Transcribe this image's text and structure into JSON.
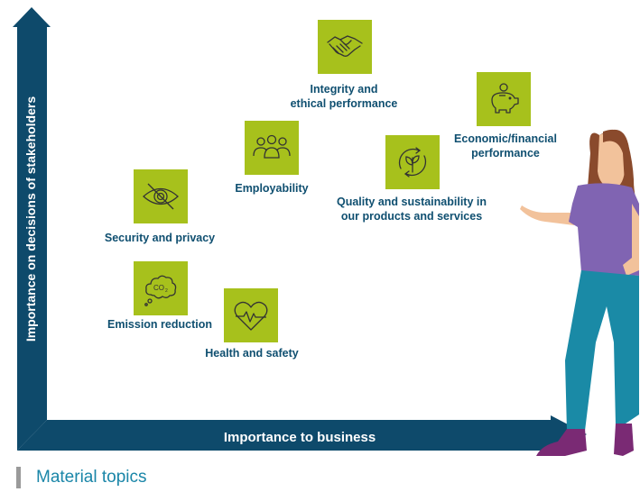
{
  "axes": {
    "x_label": "Importance to business",
    "y_label": "Importance on decisions of stakeholders"
  },
  "colors": {
    "axis": "#0e4a6b",
    "icon_bg": "#a7c11c",
    "label_text": "#0f4f70",
    "footer_text": "#1a86a8",
    "footer_bar": "#9a9a9a"
  },
  "topics": [
    {
      "id": "integrity",
      "label": "Integrity and\nethical performance",
      "icon": "handshake-icon"
    },
    {
      "id": "economic",
      "label": "Economic/financial\nperformance",
      "icon": "piggy-bank-icon"
    },
    {
      "id": "employability",
      "label": "Employability",
      "icon": "people-group-icon"
    },
    {
      "id": "quality",
      "label": "Quality and sustainability in\nour products and services",
      "icon": "leaf-cycle-icon"
    },
    {
      "id": "security",
      "label": "Security and privacy",
      "icon": "eye-crossed-icon"
    },
    {
      "id": "emission",
      "label": "Emission reduction",
      "icon": "co2-cloud-icon"
    },
    {
      "id": "health",
      "label": "Health and safety",
      "icon": "heart-pulse-icon"
    }
  ],
  "footer": {
    "title": "Material topics"
  }
}
